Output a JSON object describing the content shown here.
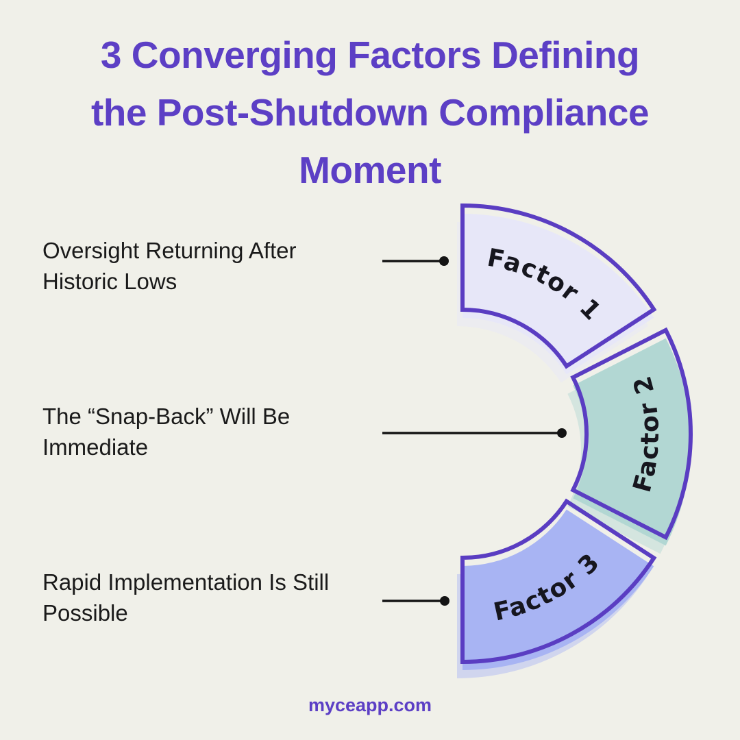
{
  "title": "3 Converging Factors Defining the Post-Shutdown Compliance Moment",
  "factors": [
    {
      "label": "Factor 1",
      "description": "Oversight Returning After Historic Lows",
      "color": "#e7e7f8"
    },
    {
      "label": "Factor 2",
      "description": "The “Snap-Back” Will Be Immediate",
      "color": "#b2d7d3"
    },
    {
      "label": "Factor 3",
      "description": "Rapid Implementation Is Still Possible",
      "color": "#a8b4f3"
    }
  ],
  "footer": {
    "website": "myceapp.com"
  },
  "colors": {
    "background": "#f0f0e9",
    "title_purple": "#5c3fc5",
    "outline_purple": "#5a3dc2",
    "segment_text": "#16161e",
    "label_ink": "#1a1a1a",
    "connector": "#141414"
  }
}
